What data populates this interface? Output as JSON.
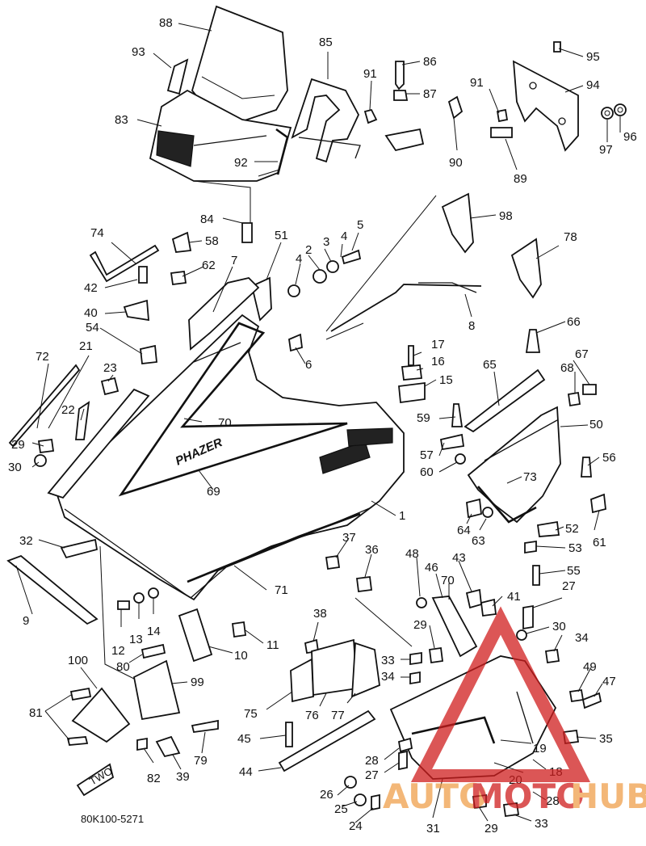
{
  "diagram_code": "80K100-5271",
  "brand_mark": "PHAZER",
  "stamp_text": "TWO",
  "watermark": {
    "part1": "AUTO",
    "part2": "MOTO",
    "part3": "HUB",
    "color1": "#f0a04b",
    "color2": "#d01e1e"
  },
  "labels": [
    {
      "id": "l88",
      "text": "88"
    },
    {
      "id": "l93",
      "text": "93"
    },
    {
      "id": "l83",
      "text": "83"
    },
    {
      "id": "l92",
      "text": "92"
    },
    {
      "id": "l85",
      "text": "85"
    },
    {
      "id": "l91a",
      "text": "91"
    },
    {
      "id": "l86",
      "text": "86"
    },
    {
      "id": "l87",
      "text": "87"
    },
    {
      "id": "l90",
      "text": "90"
    },
    {
      "id": "l91b",
      "text": "91"
    },
    {
      "id": "l95",
      "text": "95"
    },
    {
      "id": "l94",
      "text": "94"
    },
    {
      "id": "l97",
      "text": "97"
    },
    {
      "id": "l96",
      "text": "96"
    },
    {
      "id": "l89",
      "text": "89"
    },
    {
      "id": "l84",
      "text": "84"
    },
    {
      "id": "l98",
      "text": "98"
    },
    {
      "id": "l74",
      "text": "74"
    },
    {
      "id": "l58",
      "text": "58"
    },
    {
      "id": "l51",
      "text": "51"
    },
    {
      "id": "l2",
      "text": "2"
    },
    {
      "id": "l3",
      "text": "3"
    },
    {
      "id": "l4a",
      "text": "4"
    },
    {
      "id": "l5",
      "text": "5"
    },
    {
      "id": "l4b",
      "text": "4"
    },
    {
      "id": "l78",
      "text": "78"
    },
    {
      "id": "l42",
      "text": "42"
    },
    {
      "id": "l62",
      "text": "62"
    },
    {
      "id": "l7",
      "text": "7"
    },
    {
      "id": "l40",
      "text": "40"
    },
    {
      "id": "l8",
      "text": "8"
    },
    {
      "id": "l54",
      "text": "54"
    },
    {
      "id": "l66",
      "text": "66"
    },
    {
      "id": "l6",
      "text": "6"
    },
    {
      "id": "l72",
      "text": "72"
    },
    {
      "id": "l21",
      "text": "21"
    },
    {
      "id": "l23",
      "text": "23"
    },
    {
      "id": "l17",
      "text": "17"
    },
    {
      "id": "l16",
      "text": "16"
    },
    {
      "id": "l65",
      "text": "65"
    },
    {
      "id": "l68",
      "text": "68"
    },
    {
      "id": "l67",
      "text": "67"
    },
    {
      "id": "l15",
      "text": "15"
    },
    {
      "id": "l22",
      "text": "22"
    },
    {
      "id": "l70a",
      "text": "70"
    },
    {
      "id": "l59",
      "text": "59"
    },
    {
      "id": "l50",
      "text": "50"
    },
    {
      "id": "l29a",
      "text": "29"
    },
    {
      "id": "l57",
      "text": "57"
    },
    {
      "id": "l56",
      "text": "56"
    },
    {
      "id": "l30a",
      "text": "30"
    },
    {
      "id": "l60",
      "text": "60"
    },
    {
      "id": "l69",
      "text": "69"
    },
    {
      "id": "l73",
      "text": "73"
    },
    {
      "id": "l1",
      "text": "1"
    },
    {
      "id": "l64",
      "text": "64"
    },
    {
      "id": "l63",
      "text": "63"
    },
    {
      "id": "l52",
      "text": "52"
    },
    {
      "id": "l61",
      "text": "61"
    },
    {
      "id": "l32",
      "text": "32"
    },
    {
      "id": "l37",
      "text": "37"
    },
    {
      "id": "l36",
      "text": "36"
    },
    {
      "id": "l48",
      "text": "48"
    },
    {
      "id": "l46",
      "text": "46"
    },
    {
      "id": "l43",
      "text": "43"
    },
    {
      "id": "l53",
      "text": "53"
    },
    {
      "id": "l55",
      "text": "55"
    },
    {
      "id": "l71",
      "text": "71"
    },
    {
      "id": "l70b",
      "text": "70"
    },
    {
      "id": "l41",
      "text": "41"
    },
    {
      "id": "l27a",
      "text": "27"
    },
    {
      "id": "l9",
      "text": "9"
    },
    {
      "id": "l38",
      "text": "38"
    },
    {
      "id": "l29b",
      "text": "29"
    },
    {
      "id": "l30b",
      "text": "30"
    },
    {
      "id": "l12",
      "text": "12"
    },
    {
      "id": "l13",
      "text": "13"
    },
    {
      "id": "l14",
      "text": "14"
    },
    {
      "id": "l10",
      "text": "10"
    },
    {
      "id": "l11",
      "text": "11"
    },
    {
      "id": "l34a",
      "text": "34"
    },
    {
      "id": "l33a",
      "text": "33"
    },
    {
      "id": "l34b",
      "text": "34"
    },
    {
      "id": "l100",
      "text": "100"
    },
    {
      "id": "l80",
      "text": "80"
    },
    {
      "id": "l99",
      "text": "99"
    },
    {
      "id": "l49",
      "text": "49"
    },
    {
      "id": "l47",
      "text": "47"
    },
    {
      "id": "l75",
      "text": "75"
    },
    {
      "id": "l76",
      "text": "76"
    },
    {
      "id": "l77",
      "text": "77"
    },
    {
      "id": "l81",
      "text": "81"
    },
    {
      "id": "l45",
      "text": "45"
    },
    {
      "id": "l19",
      "text": "19"
    },
    {
      "id": "l35",
      "text": "35"
    },
    {
      "id": "l28a",
      "text": "28"
    },
    {
      "id": "l27b",
      "text": "27"
    },
    {
      "id": "l44",
      "text": "44"
    },
    {
      "id": "l20",
      "text": "20"
    },
    {
      "id": "l18",
      "text": "18"
    },
    {
      "id": "l79",
      "text": "79"
    },
    {
      "id": "l82",
      "text": "82"
    },
    {
      "id": "l39",
      "text": "39"
    },
    {
      "id": "l26",
      "text": "26"
    },
    {
      "id": "l25",
      "text": "25"
    },
    {
      "id": "l24",
      "text": "24"
    },
    {
      "id": "l31",
      "text": "31"
    },
    {
      "id": "l29c",
      "text": "29"
    },
    {
      "id": "l33b",
      "text": "33"
    },
    {
      "id": "l28b",
      "text": "28"
    }
  ]
}
